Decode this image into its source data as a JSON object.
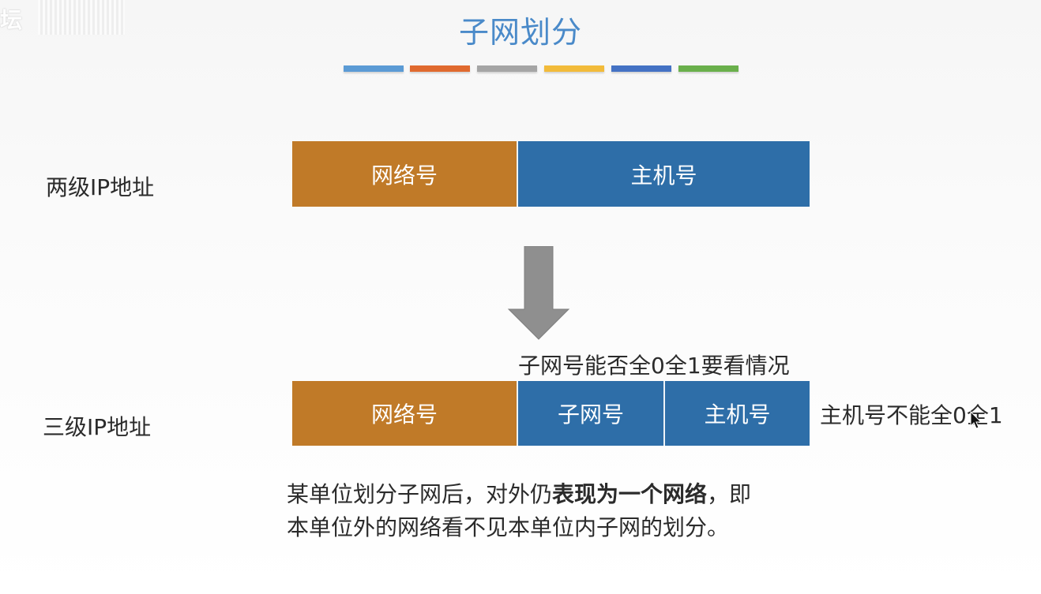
{
  "watermark": "坛",
  "title": "子网划分",
  "title_bar_colors": [
    "#5b9bd5",
    "#e06a2f",
    "#a5a5a5",
    "#f2bb3a",
    "#4472c4",
    "#6ab04c"
  ],
  "two_level": {
    "label": "两级IP地址",
    "network": "网络号",
    "host": "主机号"
  },
  "three_level": {
    "label": "三级IP地址",
    "network": "网络号",
    "subnet": "子网号",
    "host": "主机号"
  },
  "notes": {
    "subnet_rule": "子网号能否全0全1要看情况",
    "host_rule": "主机号不能全0全1"
  },
  "paragraph": {
    "part1": "某单位划分子网后，对外仍",
    "bold": "表现为一个网络",
    "part2": "，即",
    "line2": "本单位外的网络看不见本单位内子网的划分。"
  },
  "colors": {
    "network": "#c07a28",
    "host": "#2e6ea8",
    "title": "#4a8ac9",
    "arrow": "#8f8f8f"
  }
}
